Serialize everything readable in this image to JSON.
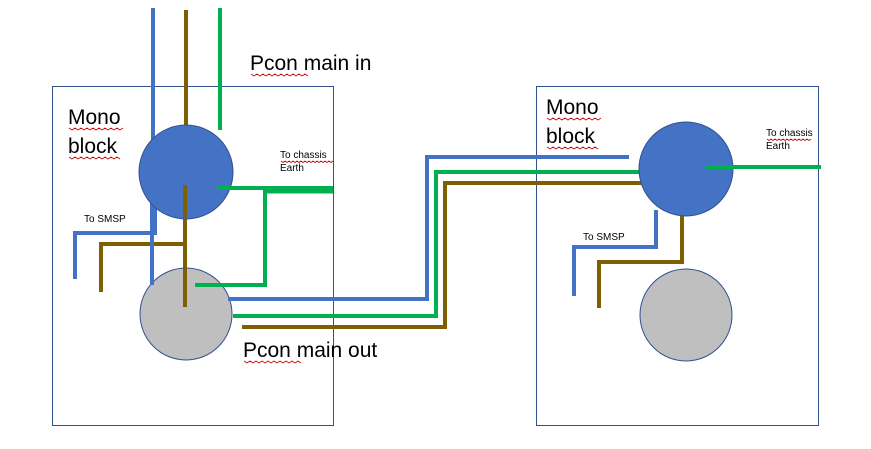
{
  "colors": {
    "blue_wire": "#4472c4",
    "brown_wire": "#7f6000",
    "green_wire": "#00b050",
    "connector_fill": "#4472c4",
    "connector_edge": "#2f528f",
    "socket_fill": "#bfbfbf",
    "socket_edge": "#2f528f",
    "box_edge": "#2f528f"
  },
  "labels": {
    "pcon_main_in": "Pcon main in",
    "pcon_main_out": "Pcon main out",
    "left_block": {
      "line1": "Mono",
      "line2": "block",
      "chassis_line1": "To chassis",
      "chassis_line2": "Earth",
      "smsp": "To SMSP"
    },
    "right_block": {
      "line1": "Mono",
      "line2": "block",
      "chassis_line1": "To chassis",
      "chassis_line2": "Earth",
      "smsp": "To SMSP"
    }
  }
}
